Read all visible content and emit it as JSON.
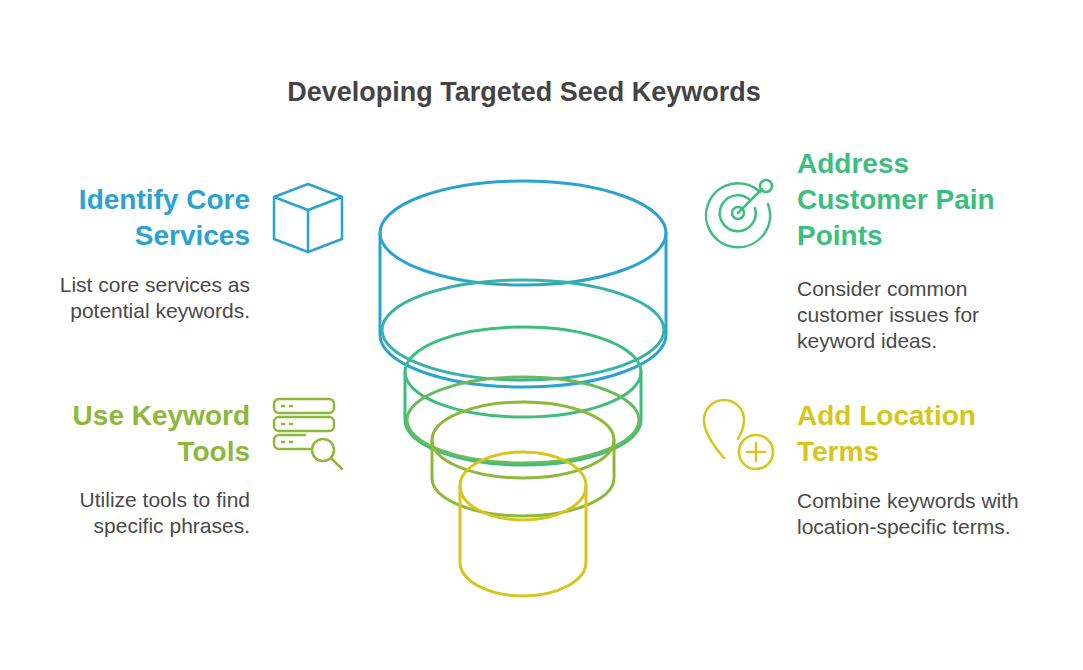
{
  "diagram": {
    "title": "Developing Targeted Seed Keywords",
    "labels": [
      "Identify Core Services",
      "List core services as potential keywords.",
      "Address Customer Pain Points",
      "Consider common customer issues for keyword ideas.",
      "Use Keyword Tools",
      "Utilize tools to find specific phrases.",
      "Add Location Terms",
      "Combine keywords with location-specific terms."
    ]
  }
}
